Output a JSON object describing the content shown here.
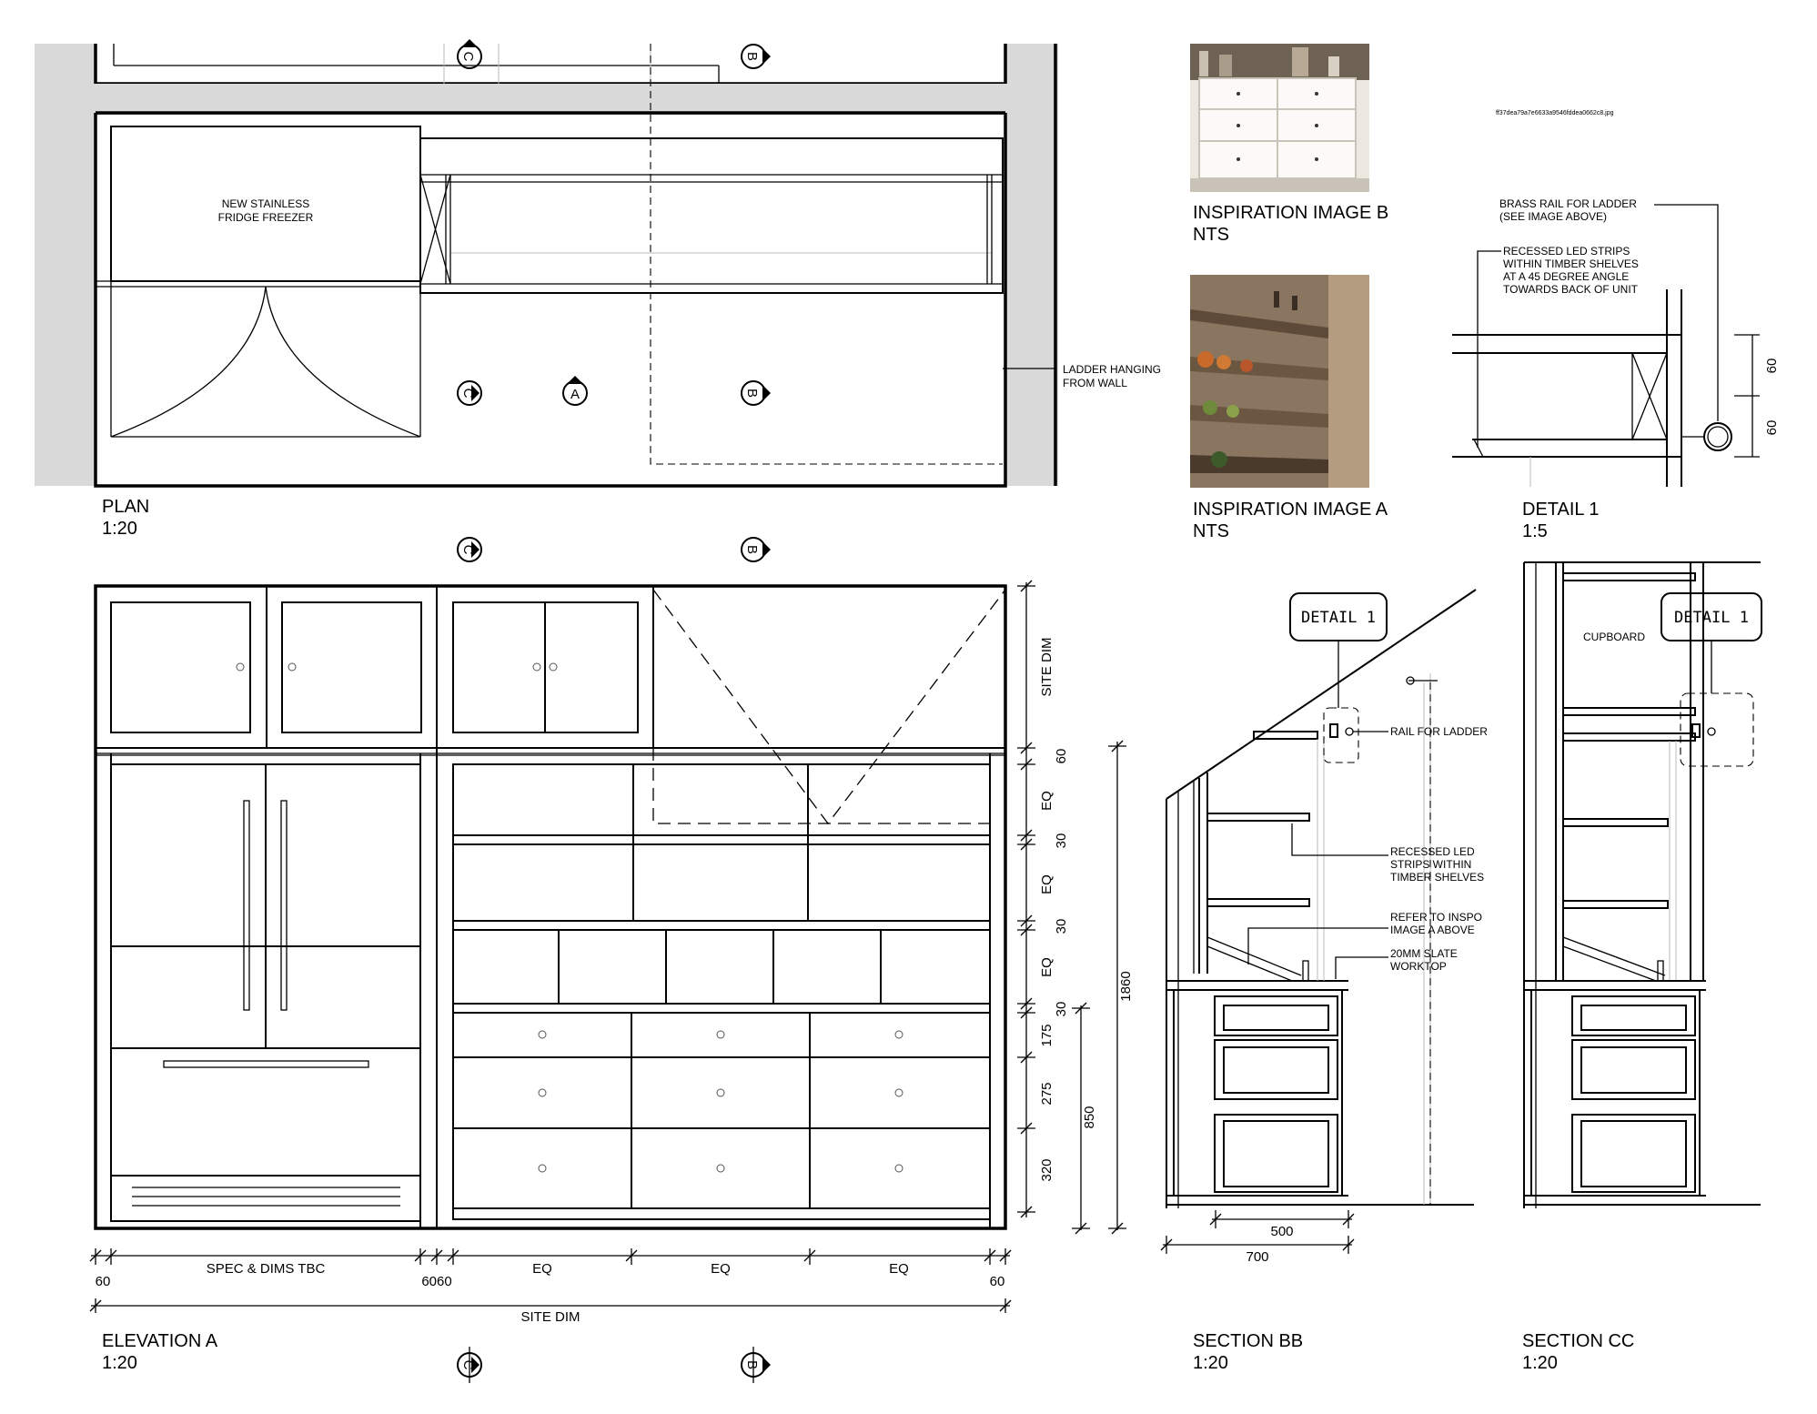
{
  "colors": {
    "line": "#000000",
    "wall_fill": "#d9d9d9",
    "paper": "#ffffff"
  },
  "plan": {
    "title": "PLAN",
    "scale": "1:20",
    "fridge_label_1": "NEW STAINLESS",
    "fridge_label_2": "FRIDGE FREEZER",
    "ladder_note_1": "LADDER HANGING",
    "ladder_note_2": "FROM WALL"
  },
  "section_markers": {
    "c": "C",
    "b": "B",
    "a": "A"
  },
  "inspiration_b": {
    "title": "INSPIRATION IMAGE B",
    "scale": "NTS"
  },
  "inspiration_a": {
    "title": "INSPIRATION IMAGE A",
    "scale": "NTS"
  },
  "file_caption": "ff37dea79a7e6633a9546fddea0662c8.jpg",
  "detail1": {
    "title": "DETAIL 1",
    "scale": "1:5",
    "note1_line1": "BRASS RAIL FOR LADDER",
    "note1_line2": "(SEE IMAGE ABOVE)",
    "note2_line1": "RECESSED LED STRIPS",
    "note2_line2": "WITHIN TIMBER SHELVES",
    "note2_line3": "AT A 45 DEGREE ANGLE",
    "note2_line4": "TOWARDS BACK OF UNIT",
    "dim_upper": "60",
    "dim_lower": "60"
  },
  "elevation": {
    "title": "ELEVATION A",
    "scale": "1:20",
    "site_dim_vertical": "SITE DIM",
    "dim_60": "60",
    "dim_eq": "EQ",
    "dim_30": "30",
    "dim_175": "175",
    "dim_275": "275",
    "dim_320": "320",
    "dim_850": "850",
    "dim_1860": "1860",
    "bottom_spec": "SPEC & DIMS TBC",
    "bottom_6060": "6060",
    "bottom_60": "60",
    "bottom_eq": "EQ",
    "bottom_site_dim": "SITE DIM"
  },
  "section_bb": {
    "title": "SECTION BB",
    "scale": "1:20",
    "detail_tag": "DETAIL 1",
    "rail_note": "RAIL FOR LADDER",
    "led_line1": "RECESSED LED",
    "led_line2": "STRIPS WITHIN",
    "led_line3": "TIMBER SHELVES",
    "refer_line1": "REFER TO INSPO",
    "refer_line2": "IMAGE A ABOVE",
    "slate_line1": "20MM SLATE",
    "slate_line2": "WORKTOP",
    "dim_500": "500",
    "dim_700": "700"
  },
  "section_cc": {
    "title": "SECTION CC",
    "scale": "1:20",
    "detail_tag": "DETAIL 1",
    "cupboard": "CUPBOARD"
  }
}
